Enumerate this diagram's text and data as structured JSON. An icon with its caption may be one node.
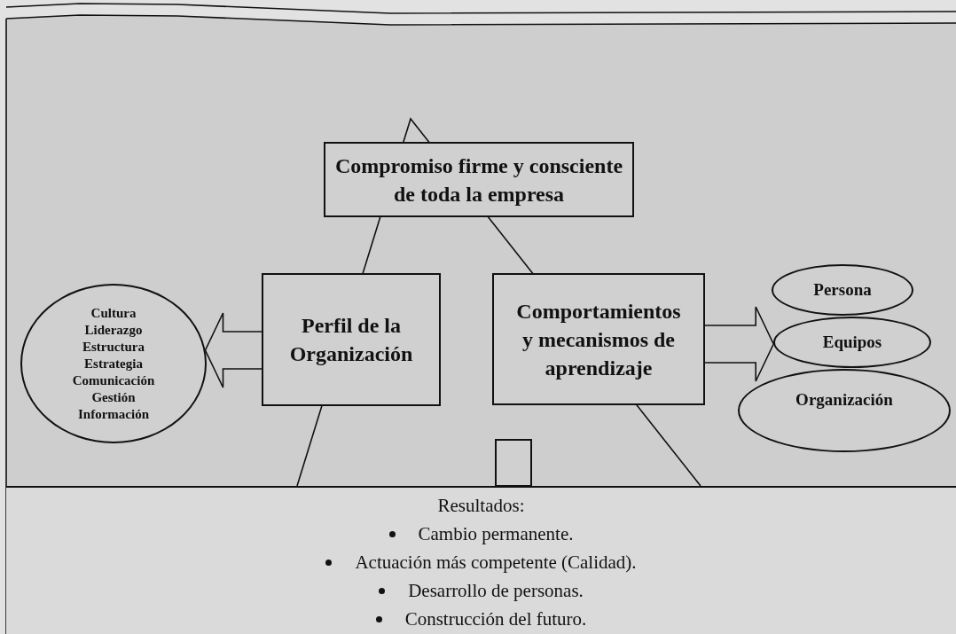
{
  "diagram": {
    "nodes": [
      {
        "text": [
          "Compromiso firme y consciente de toda la empresa"
        ]
      },
      {
        "text": [
          "Perfil de la Organización"
        ]
      },
      {
        "text": [
          "Comportamientos y mecanismos de aprendizaje"
        ]
      },
      {
        "text": [
          "Cultura",
          "Liderazgo",
          "Estructura",
          "Estrategia",
          "Comunicación",
          "Gestión",
          "Información"
        ]
      },
      {
        "text": [
          "Persona"
        ]
      },
      {
        "text": [
          "Equipos"
        ]
      },
      {
        "text": [
          "Organización"
        ]
      },
      {
        "text": [],
        "shape": "box"
      },
      {
        "text": [
          "Resultados:",
          "Cambio permanente.",
          "Actuación más competente (Calidad).",
          "Desarrollo de personas.",
          "Construcción del futuro."
        ]
      }
    ],
    "edges": [
      {
        "from": 1,
        "to": 3,
        "arrow": "to"
      },
      {
        "from": 2,
        "to": 5,
        "arrow": "to"
      }
    ]
  }
}
